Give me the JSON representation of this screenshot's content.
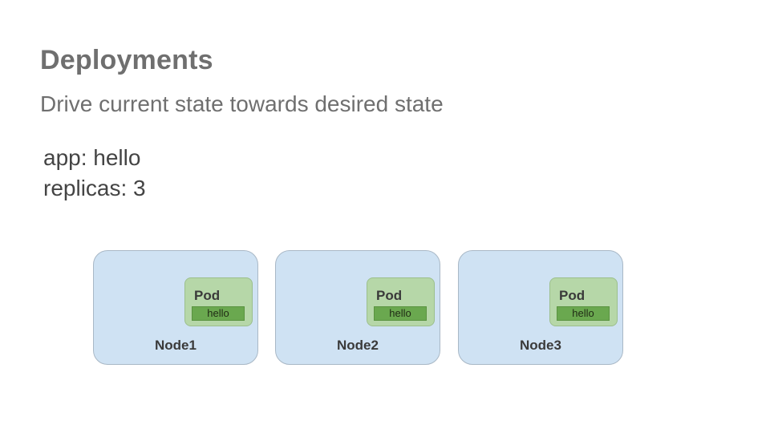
{
  "slide": {
    "title": "Deployments",
    "subtitle": "Drive current state towards desired state",
    "spec": {
      "app_line": "app: hello",
      "replicas_line": "replicas: 3"
    }
  },
  "nodes": [
    {
      "label": "Node1",
      "pod": {
        "label": "Pod",
        "tag": "hello"
      }
    },
    {
      "label": "Node2",
      "pod": {
        "label": "Pod",
        "tag": "hello"
      }
    },
    {
      "label": "Node3",
      "pod": {
        "label": "Pod",
        "tag": "hello"
      }
    }
  ],
  "colors": {
    "node_fill": "#cfe2f3",
    "pod_fill": "#b6d7a8",
    "tag_fill": "#6aa84f",
    "heading_text": "#6f6f6f"
  }
}
